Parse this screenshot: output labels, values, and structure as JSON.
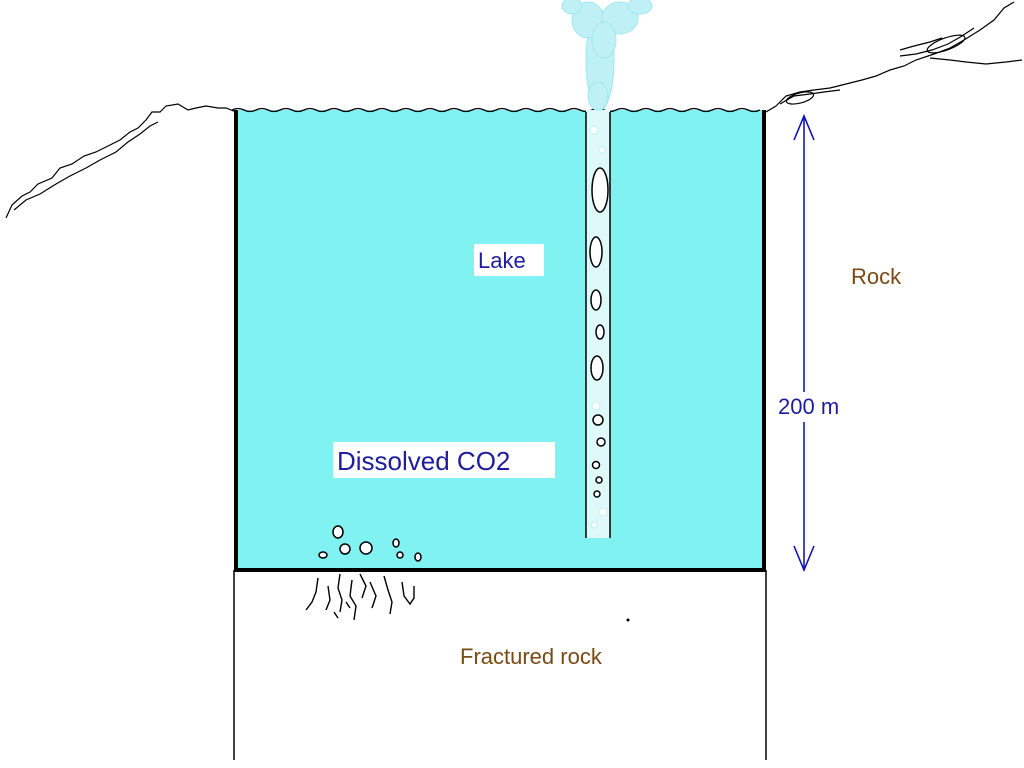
{
  "labels": {
    "lake": "Lake",
    "dissolved": "Dissolved CO2",
    "rock": "Rock",
    "fractured_rock": "Fractured rock",
    "depth": "200 m"
  },
  "colors": {
    "water": "#80f2f2",
    "column_spray": "#bff0f5",
    "lake_label": "#1d1d9e",
    "rock_label": "#7a4a14",
    "depth_arrow": "#1414b4",
    "outline": "#000000"
  }
}
